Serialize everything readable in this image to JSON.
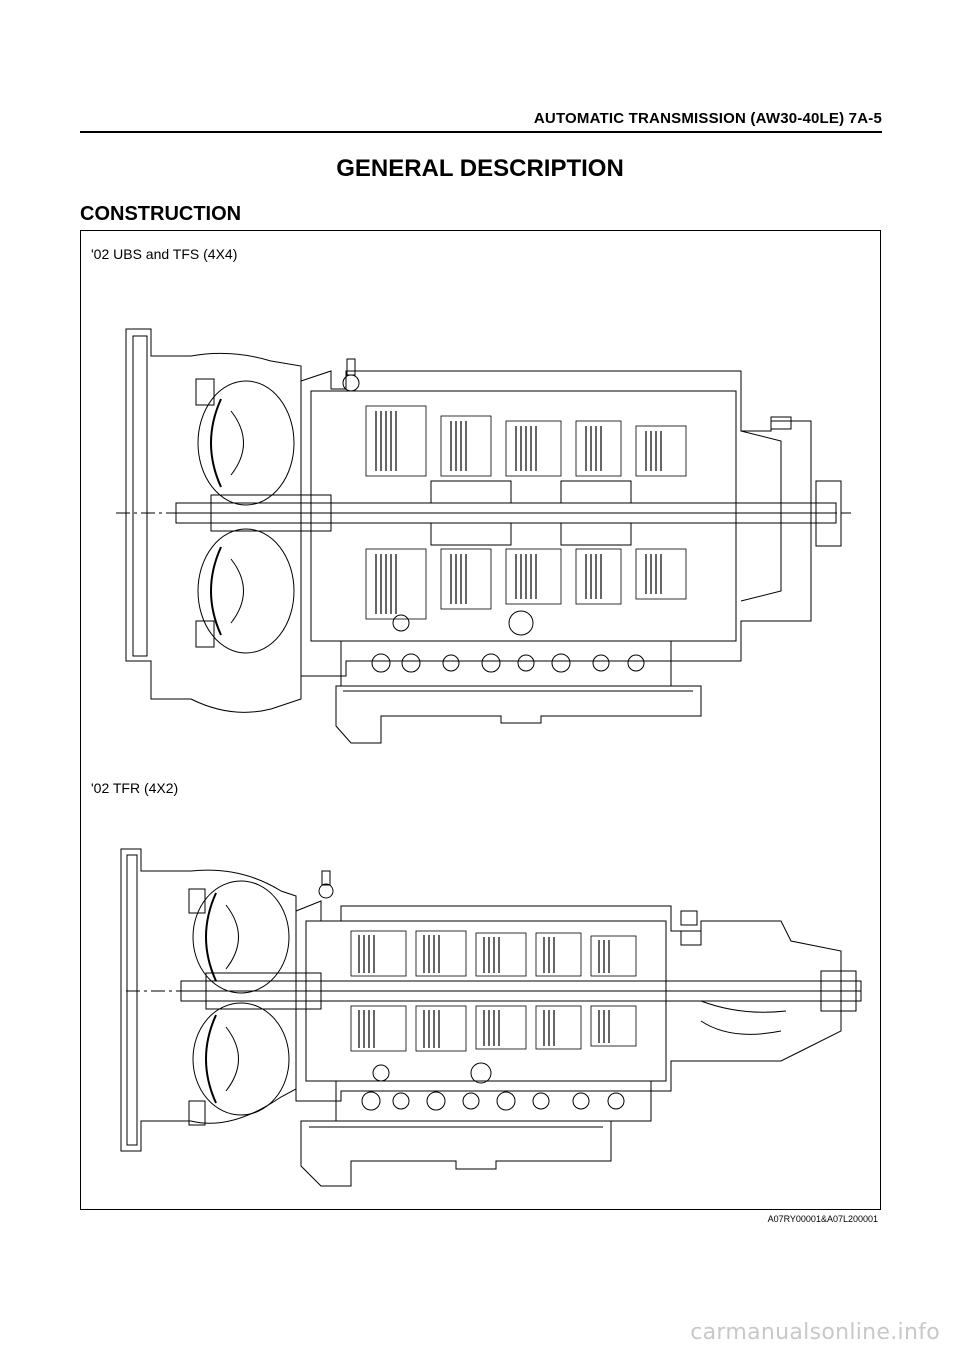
{
  "header": {
    "title": "AUTOMATIC TRANSMISSION (AW30-40LE)  7A-5"
  },
  "section": {
    "title": "GENERAL DESCRIPTION"
  },
  "subsection": {
    "title": "CONSTRUCTION"
  },
  "figures": [
    {
      "label": "'02 UBS and TFS (4X4)"
    },
    {
      "label": "'02 TFR (4X2)"
    }
  ],
  "figure_code": "A07RY00001&A07L200001",
  "watermark": "carmanualsonline.info"
}
